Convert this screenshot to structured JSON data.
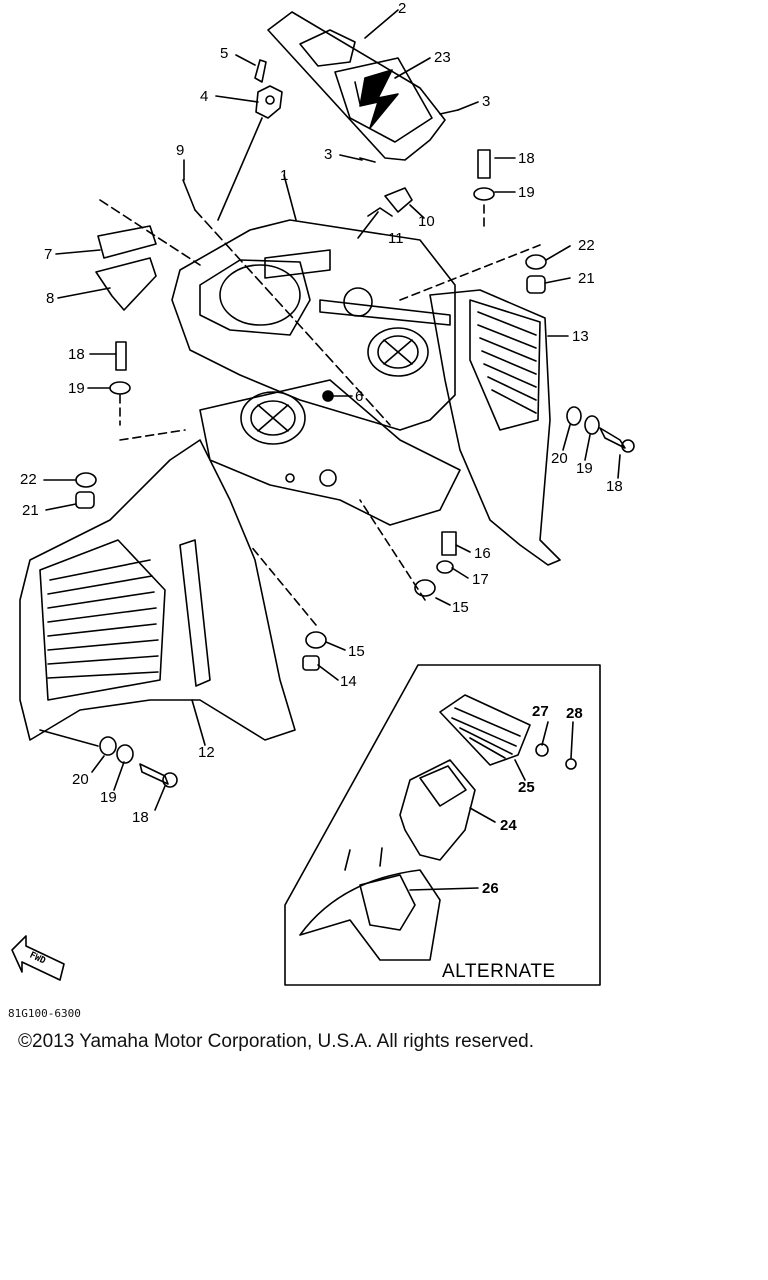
{
  "diagram": {
    "callouts": [
      {
        "id": "2",
        "text": "2"
      },
      {
        "id": "23",
        "text": "23"
      },
      {
        "id": "3a",
        "text": "3"
      },
      {
        "id": "5",
        "text": "5"
      },
      {
        "id": "4",
        "text": "4"
      },
      {
        "id": "3b",
        "text": "3"
      },
      {
        "id": "9",
        "text": "9"
      },
      {
        "id": "1",
        "text": "1"
      },
      {
        "id": "18a",
        "text": "18"
      },
      {
        "id": "19a",
        "text": "19"
      },
      {
        "id": "10",
        "text": "10"
      },
      {
        "id": "11",
        "text": "11"
      },
      {
        "id": "7",
        "text": "7"
      },
      {
        "id": "8",
        "text": "8"
      },
      {
        "id": "22a",
        "text": "22"
      },
      {
        "id": "21a",
        "text": "21"
      },
      {
        "id": "13",
        "text": "13"
      },
      {
        "id": "18b",
        "text": "18"
      },
      {
        "id": "19b",
        "text": "19"
      },
      {
        "id": "6",
        "text": "6"
      },
      {
        "id": "20a",
        "text": "20"
      },
      {
        "id": "19c",
        "text": "19"
      },
      {
        "id": "18c",
        "text": "18"
      },
      {
        "id": "22b",
        "text": "22"
      },
      {
        "id": "21b",
        "text": "21"
      },
      {
        "id": "16",
        "text": "16"
      },
      {
        "id": "17",
        "text": "17"
      },
      {
        "id": "15a",
        "text": "15"
      },
      {
        "id": "15b",
        "text": "15"
      },
      {
        "id": "14",
        "text": "14"
      },
      {
        "id": "12",
        "text": "12"
      },
      {
        "id": "20b",
        "text": "20"
      },
      {
        "id": "19d",
        "text": "19"
      },
      {
        "id": "18d",
        "text": "18"
      },
      {
        "id": "27",
        "text": "27"
      },
      {
        "id": "28",
        "text": "28"
      },
      {
        "id": "25",
        "text": "25"
      },
      {
        "id": "24",
        "text": "24"
      },
      {
        "id": "26",
        "text": "26"
      }
    ],
    "alternate_label": "ALTERNATE",
    "fwd_label": "FWD"
  },
  "footer": {
    "diagram_code": "81G100-6300",
    "copyright": "©2013 Yamaha Motor Corporation, U.S.A. All rights reserved."
  },
  "colors": {
    "ink": "#000000",
    "background": "#ffffff"
  }
}
